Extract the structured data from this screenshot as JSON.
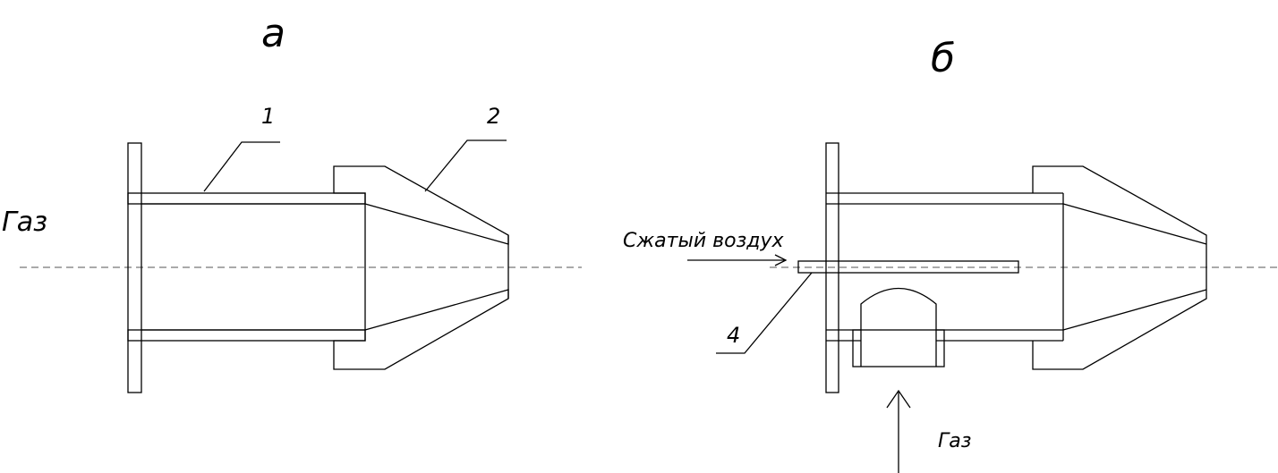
{
  "view_a": {
    "title": "а",
    "part_1": "1",
    "part_2": "2",
    "inlet": "Газ"
  },
  "view_b": {
    "title": "б",
    "air_inlet": "Сжатый воздух",
    "part_4": "4",
    "gas_inlet": "Газ"
  }
}
